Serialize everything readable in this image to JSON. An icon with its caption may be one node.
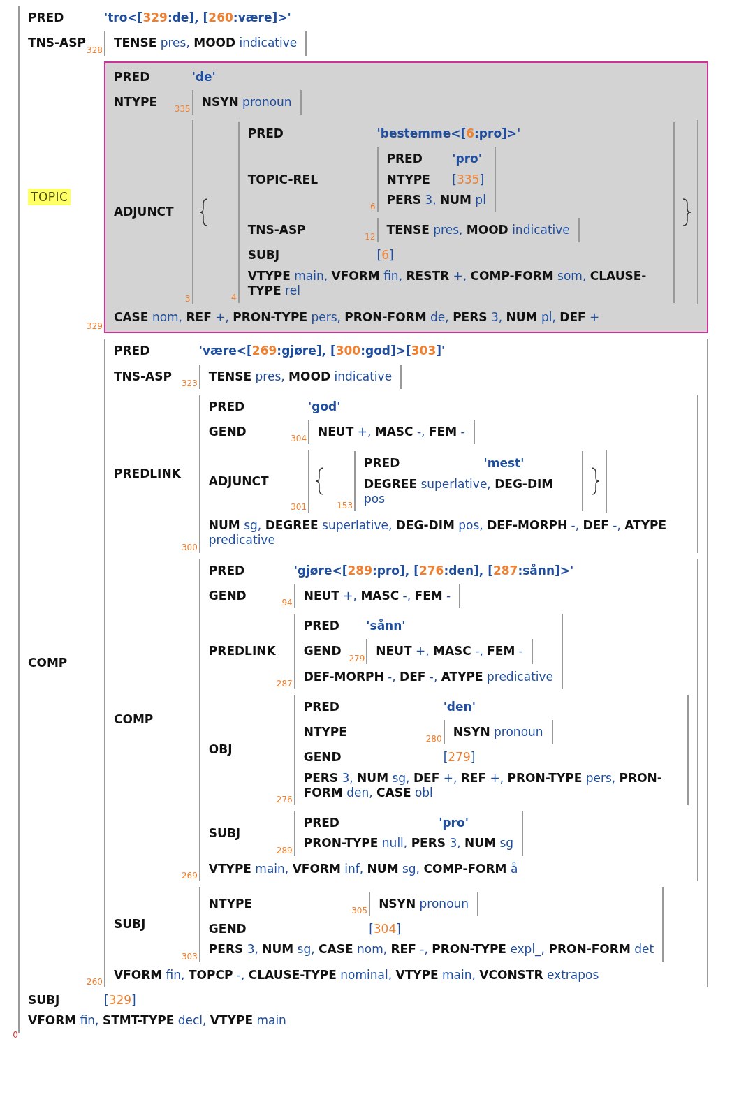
{
  "diagram": {
    "nodes": [
      {
        "text": [
          "0",
          "PRED",
          "'tro<[329:de], [260:være]>'",
          "TNS-ASP",
          "TOPIC",
          "COMP",
          "SUBJ",
          "[329]",
          "**VFORM** fin, **STMT-TYPE** decl, **VTYPE** main"
        ]
      },
      {
        "text": [
          "328",
          "**TENSE** pres, **MOOD** indicative"
        ],
        "in": 0
      },
      {
        "text": [
          "329",
          "PRED",
          "'de'",
          "NTYPE",
          "ADJUNCT",
          "**CASE** nom, **REF** +, **PRON-TYPE** pers, **PRON-FORM** de, **PERS** 3, **NUM** pl, **DEF** +"
        ],
        "in": 0
      },
      {
        "text": [
          "335",
          "**NSYN** pronoun"
        ],
        "in": 2
      },
      {
        "text": [
          "3"
        ],
        "in": 2
      },
      {
        "text": [
          "4",
          "PRED",
          "'bestemme<[6:pro]>'",
          "TOPIC-REL",
          "TNS-ASP",
          "SUBJ",
          "[6]",
          "**VTYPE** main, **VFORM** fin, **RESTR** +, **COMP-FORM** som, **CLAUSE-TYPE** rel"
        ],
        "in": 4
      },
      {
        "text": [
          "6",
          "PRED",
          "'pro'",
          "NTYPE",
          "[335]",
          "**PERS** 3, **NUM** pl"
        ],
        "in": 5
      },
      {
        "text": [
          "12",
          "**TENSE** pres, **MOOD** indicative"
        ],
        "in": 5
      },
      {
        "text": [
          "260",
          "PRED",
          "'være<[269:gjøre], [300:god]>[303]'",
          "TNS-ASP",
          "PREDLINK",
          "COMP",
          "SUBJ",
          "**VFORM** fin, **TOPCP** -, **CLAUSE-TYPE** nominal, **VTYPE** main, **VCONSTR** extrapos"
        ],
        "in": 0
      },
      {
        "text": [
          "323",
          "**TENSE** pres, **MOOD** indicative"
        ],
        "in": 8
      },
      {
        "text": [
          "300",
          "PRED",
          "'god'",
          "GEND",
          "ADJUNCT",
          "**NUM** sg, **DEGREE** superlative, **DEG-DIM** pos, **DEF-MORPH** -, **DEF** -, **ATYPE** predicative"
        ],
        "in": 8
      },
      {
        "text": [
          "304",
          "**NEUT** +, **MASC** -, **FEM** -"
        ],
        "in": 10
      },
      {
        "text": [
          "301"
        ],
        "in": 10
      },
      {
        "text": [
          "153",
          "PRED",
          "'mest'",
          "**DEGREE** superlative, **DEG-DIM** pos"
        ],
        "in": 12
      },
      {
        "text": [
          "269",
          "PRED",
          "'gjøre<[289:pro], [276:den], [287:sånn]>'",
          "GEND",
          "PREDLINK",
          "OBJ",
          "SUBJ",
          "**VTYPE** main, **VFORM** inf, **NUM** sg, **COMP-FORM** å"
        ],
        "in": 8
      },
      {
        "text": [
          "94",
          "**NEUT** +, **MASC** -, **FEM** -"
        ],
        "in": 14
      },
      {
        "text": [
          "287",
          "PRED",
          "'sånn'",
          "GEND",
          "**DEF-MORPH** -, **DEF** -, **ATYPE** predicative"
        ],
        "in": 14
      },
      {
        "text": [
          "279",
          "**NEUT** +, **MASC** -, **FEM** -"
        ],
        "in": 16
      },
      {
        "text": [
          "276",
          "PRED",
          "'den'",
          "NTYPE",
          "GEND",
          "[279]",
          "**PERS** 3, **NUM** sg, **DEF** +, **REF** +, **PRON-TYPE** pers, **PRON-FORM** den, **CASE** obl"
        ],
        "in": 14
      },
      {
        "text": [
          "280",
          "**NSYN** pronoun"
        ],
        "in": 18
      },
      {
        "text": [
          "289",
          "PRED",
          "'pro'",
          "**PRON-TYPE** null, **PERS** 3, **NUM** sg"
        ],
        "in": 14
      },
      {
        "text": [
          "303",
          "NTYPE",
          "GEND",
          "[304]",
          "**PERS** 3, **NUM** sg, **CASE** nom, **REF** -, **PRON-TYPE** expl_, **PRON-FORM** det"
        ],
        "in": 8
      },
      {
        "text": [
          "305",
          "**NSYN** pronoun"
        ],
        "in": 21
      }
    ]
  }
}
